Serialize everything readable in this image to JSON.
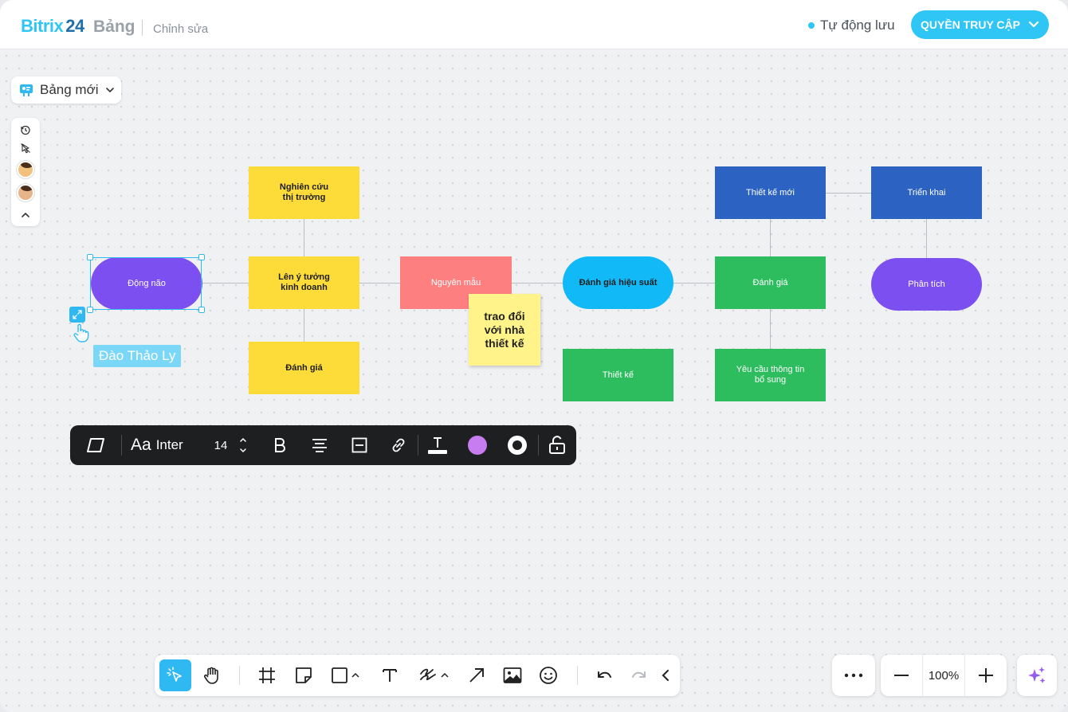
{
  "header": {
    "logo_main": "Bitrix",
    "logo_num": "24",
    "logo_sub": "Bảng",
    "mode": "Chỉnh sửa",
    "autosave": "Tự động lưu",
    "access_button": "QUYỀN TRUY CẬP"
  },
  "board": {
    "selector_label": "Bảng mới"
  },
  "shapes": {
    "dong_nao": "Động não",
    "nghien_cuu_1": "Nghiên cứu",
    "nghien_cuu_2": "thị trường",
    "len_y_tuong_1": "Lên ý tưởng",
    "len_y_tuong_2": "kinh doanh",
    "danh_gia_left": "Đánh giá",
    "nguyen_mau": "Nguyên mẫu",
    "danh_gia_hieu_suat": "Đánh giá hiệu suất",
    "thiet_ke": "Thiết kế",
    "thiet_ke_moi": "Thiết kế mới",
    "danh_gia_right": "Đánh giá",
    "yeu_cau_1": "Yêu cầu thông tin",
    "yeu_cau_2": "bổ sung",
    "trien_khai": "Triển khai",
    "phan_tich": "Phân tích"
  },
  "sticky": {
    "line1": "trao đổi",
    "line2": "với nhà",
    "line3": "thiết kế"
  },
  "collaborator": {
    "name": "Đào Thảo Ly"
  },
  "format_toolbar": {
    "font_icon": "Aa",
    "font_name": "Inter",
    "font_size": "14",
    "fill_color": "#c77df0"
  },
  "zoom": {
    "level": "100%"
  },
  "colors": {
    "accent": "#2fc6f6",
    "yellow": "#fddb39",
    "blue": "#2c62c2",
    "green": "#2dbd5e",
    "violet": "#7b4ff0",
    "cyan": "#11b9f7",
    "pink": "#fd7f7f"
  }
}
